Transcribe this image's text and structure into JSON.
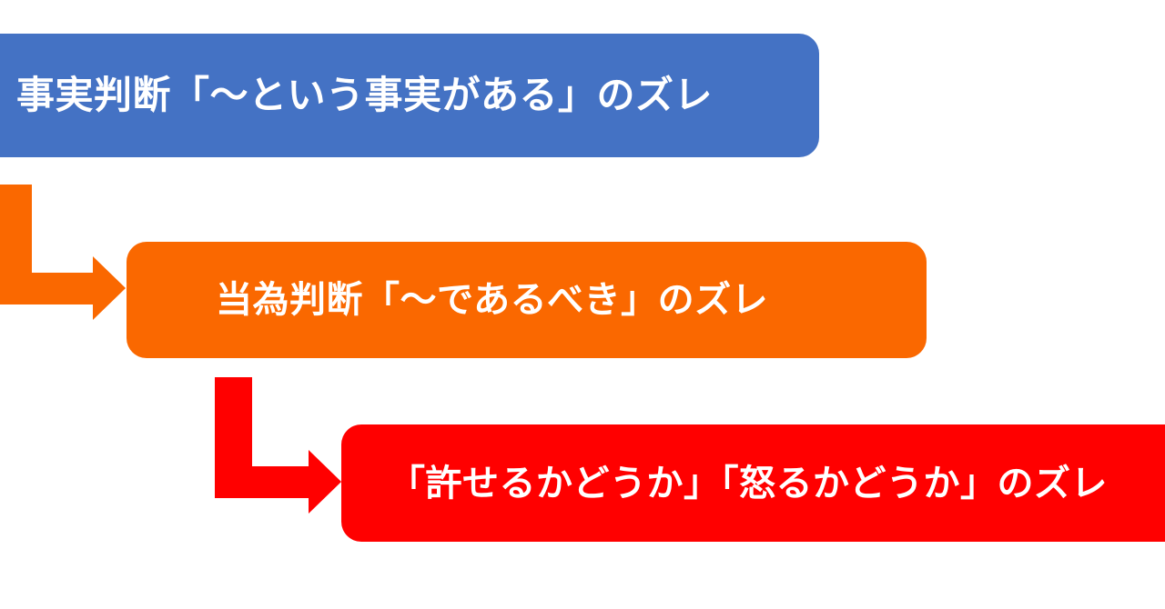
{
  "diagram": {
    "title": "judgment-gap-flow",
    "background_color": "#ffffff",
    "nodes": [
      {
        "id": "fact-judgment",
        "label": "事実判断「～という事実がある」のズレ",
        "color": "#4472c4",
        "text_color": "#ffffff"
      },
      {
        "id": "ought-judgment",
        "label": "当為判断「～であるべき」のズレ",
        "color": "#fa6800",
        "text_color": "#ffffff"
      },
      {
        "id": "forgiveness-judgment",
        "label": "「許せるかどうか」「怒るかどうか」のズレ",
        "color": "#ff0000",
        "text_color": "#ffffff"
      }
    ],
    "connectors": [
      {
        "id": "fact-to-ought",
        "shape": "elbow-down-right",
        "color": "#fa6800"
      },
      {
        "id": "ought-to-forgive",
        "shape": "elbow-down-right",
        "color": "#ff0000"
      }
    ]
  }
}
